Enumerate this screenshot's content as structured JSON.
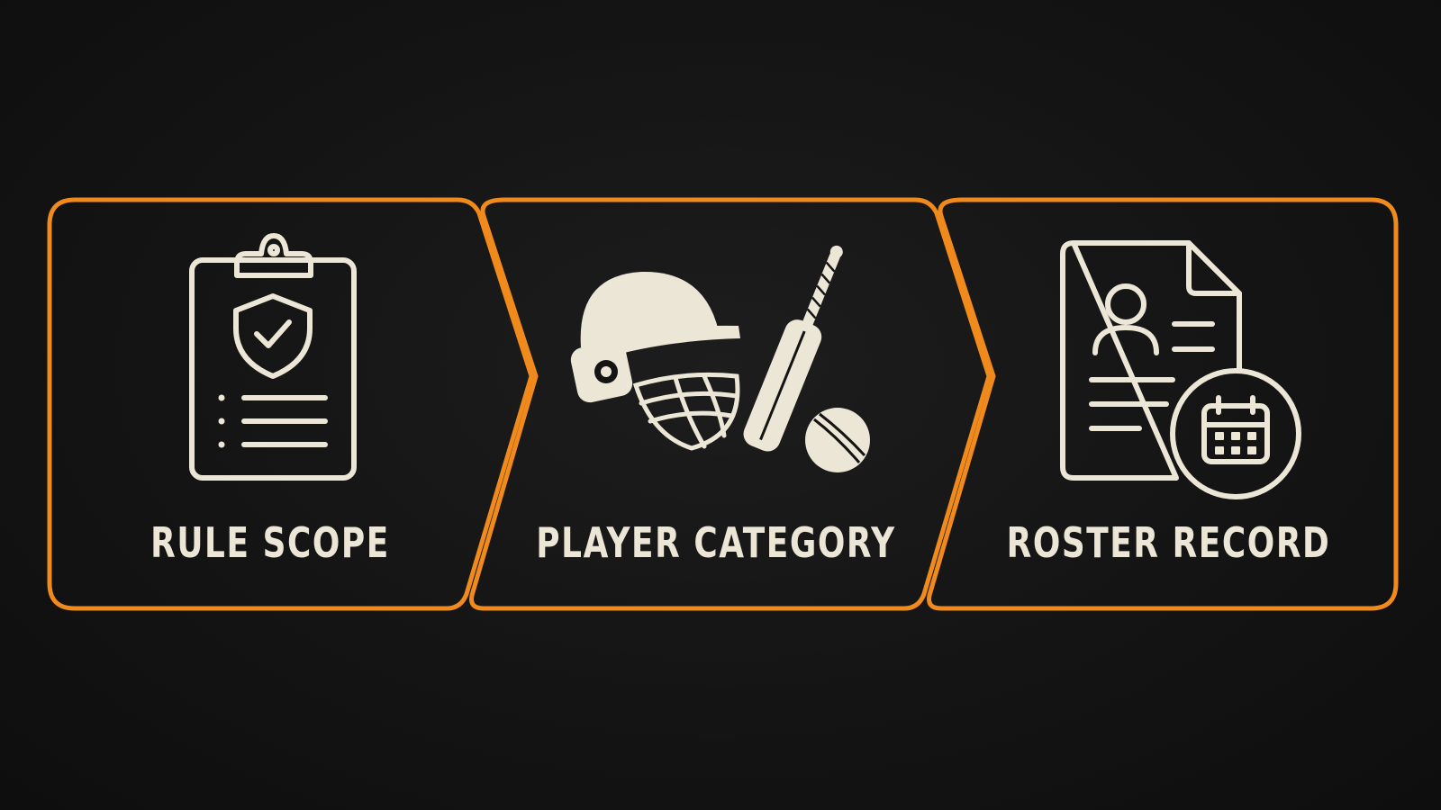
{
  "colors": {
    "background": "#141414",
    "accent": "#f08a1c",
    "icon": "#ece6d6",
    "text": "#ece6d6"
  },
  "steps": [
    {
      "label": "RULE SCOPE",
      "icon": "clipboard-shield-check-icon"
    },
    {
      "label": "PLAYER CATEGORY",
      "icon": "cricket-helmet-bat-ball-icon"
    },
    {
      "label": "ROSTER RECORD",
      "icon": "profile-document-calendar-icon"
    }
  ]
}
